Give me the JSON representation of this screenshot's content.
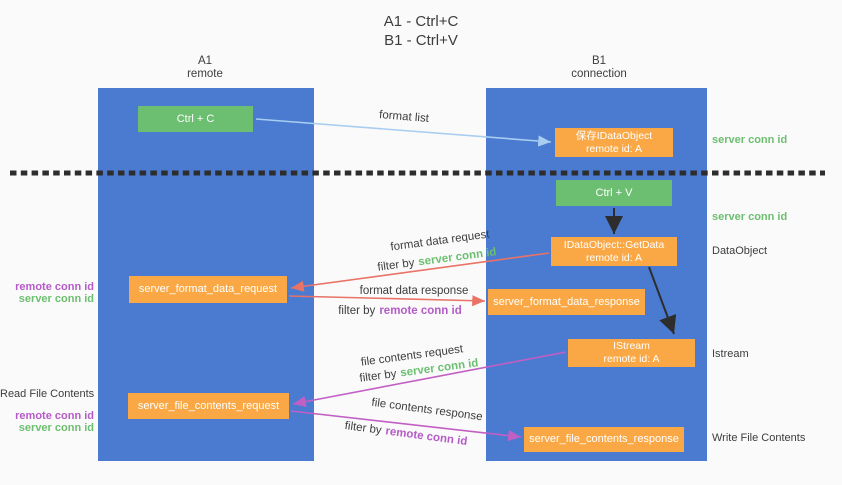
{
  "title": {
    "line1": "A1 - Ctrl+C",
    "line2": "B1 - Ctrl+V"
  },
  "columns": {
    "a1": {
      "name": "A1",
      "role": "remote"
    },
    "b1": {
      "name": "B1",
      "role": "connection"
    }
  },
  "boxes": {
    "ctrl_c": "Ctrl + C",
    "ctrl_v": "Ctrl + V",
    "save_idataobject": {
      "line1": "保存IDataObject",
      "line2": "remote id: A"
    },
    "getdata": {
      "line1": "IDataObject::GetData",
      "line2": "remote id: A"
    },
    "istream": {
      "line1": "IStream",
      "line2": "remote id: A"
    },
    "server_format_data_request": "server_format_data_request",
    "server_format_data_response": "server_format_data_response",
    "server_file_contents_request": "server_file_contents_request",
    "server_file_contents_response": "server_file_contents_response"
  },
  "annotations": {
    "format_list": "format list",
    "format_data_request": "format data request",
    "format_data_response": "format data response",
    "file_contents_request": "file contents request",
    "file_contents_response": "file contents response",
    "filter_by": "filter by",
    "server_conn_id": "server conn id",
    "remote_conn_id": "remote conn id"
  },
  "side_labels": {
    "server_conn_id_top": "server conn id",
    "server_conn_id_mid": "server conn id",
    "data_object": "DataObject",
    "istream": "Istream",
    "write_file_contents": "Write File Contents",
    "read_file_contents": "Read File Contents",
    "remote_conn_id_format": "remote conn id",
    "server_conn_id_format": "server conn id",
    "remote_conn_id_file": "remote conn id",
    "server_conn_id_file": "server conn id"
  },
  "colors": {
    "column_blue": "#4a7bd0",
    "box_green": "#6cbf70",
    "box_orange": "#f9a845",
    "arrow_red": "#e87366",
    "arrow_magenta": "#c25fc4",
    "arrow_light_blue": "#a8cdf0",
    "arrow_black": "#2d2d2d",
    "text_green": "#6cbf70",
    "text_purple": "#b55bc8",
    "text_dark": "#3d3d3d",
    "background": "#fafafa"
  }
}
